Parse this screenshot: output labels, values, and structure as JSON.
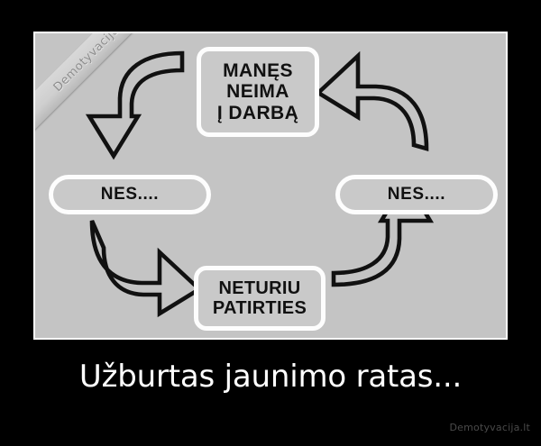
{
  "poster": {
    "background_color": "#000000",
    "panel_background_color": "#c4c4c4",
    "panel_border_color": "#ffffff",
    "caption": "Užburtas jaunimo ratas...",
    "caption_color": "#ffffff",
    "credit": "Demotyvacija.lt",
    "credit_color": "#4a4a4a"
  },
  "watermark": {
    "text": "Demotyvacija.lt",
    "color": "#8d8d8d",
    "ribbon_color": "#d0d0d0"
  },
  "diagram": {
    "type": "cycle",
    "node_fill_color": "#c9c9c9",
    "node_border_color": "#fdfdfd",
    "node_text_color": "#111111",
    "arrow_color": "#111111",
    "nodes": [
      {
        "id": "top",
        "position": "top-center",
        "lines": [
          "MANĘS",
          "NEIMA",
          "Į DARBĄ"
        ]
      },
      {
        "id": "left",
        "position": "middle-left",
        "lines": [
          "NES...."
        ]
      },
      {
        "id": "right",
        "position": "middle-right",
        "lines": [
          "NES...."
        ]
      },
      {
        "id": "bottom",
        "position": "bottom-center",
        "lines": [
          "NETURIU",
          "PATIRTIES"
        ]
      }
    ],
    "arrows": [
      {
        "id": "top-to-left",
        "from": "top",
        "to": "left",
        "direction": "down",
        "style": "curved-outline"
      },
      {
        "id": "left-to-bottom",
        "from": "left",
        "to": "bottom",
        "direction": "right",
        "style": "curved-outline"
      },
      {
        "id": "bottom-to-right",
        "from": "bottom",
        "to": "right",
        "direction": "up",
        "style": "curved-outline"
      },
      {
        "id": "right-to-top",
        "from": "right",
        "to": "top",
        "direction": "left",
        "style": "curved-outline"
      }
    ]
  }
}
